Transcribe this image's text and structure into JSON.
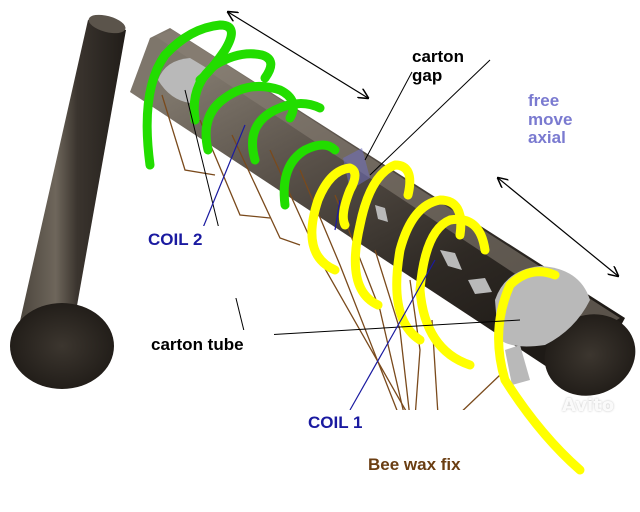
{
  "labels": {
    "carton_gap": "carton\ngap",
    "free_move_axial": "free\nmove\naxial",
    "coil2": "COIL 2",
    "carton_tube": "carton tube",
    "coil1": "COIL 1",
    "bee_wax_fix": "Bee wax fix"
  },
  "watermark": "Avito",
  "colors": {
    "coil1": "#ffff00",
    "coil2": "#22dd00",
    "rod_dark": "#2b2722",
    "rod_mid": "#5a524a",
    "rod_light": "#8d857b",
    "carton": "#b9b9b9",
    "coil2_label": "#1a1aa0",
    "coil1_label": "#1a1aa0",
    "free_move_label": "#7a7ad0",
    "wax_label": "#6b3e12",
    "wax_lines": "#7a4a1c"
  },
  "icons": {
    "watermark_logo": "avito-dots-icon",
    "arrows": "double-headed-arrow"
  }
}
